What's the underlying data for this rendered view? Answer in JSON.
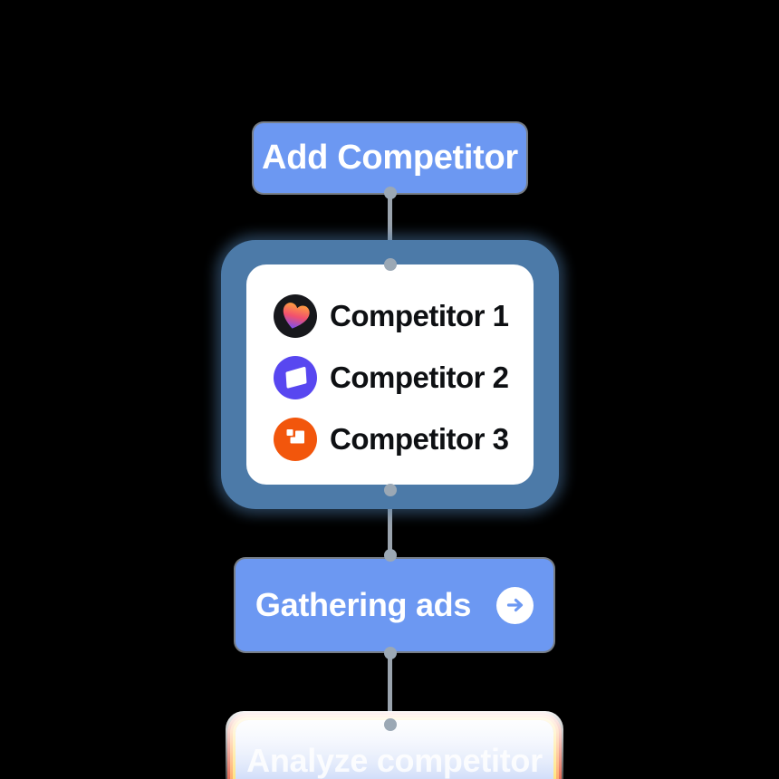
{
  "canvas": {
    "background": "#000000"
  },
  "flow": {
    "node_add": {
      "label": "Add Competitor"
    },
    "card": {
      "items": [
        {
          "label": "Competitor 1",
          "icon": "heart-icon",
          "icon_bg": "#17181C",
          "icon_gradient_top": "#FF9D3F",
          "icon_gradient_mid": "#F2506E",
          "icon_gradient_bottom": "#7A4FEF"
        },
        {
          "label": "Competitor 2",
          "icon": "screen-icon",
          "icon_bg": "#5847F0",
          "icon_fg": "#FFFFFF"
        },
        {
          "label": "Competitor 3",
          "icon": "pixel-blocks-icon",
          "icon_bg": "#F2560C",
          "icon_fg": "#FFFFFF"
        }
      ]
    },
    "node_gathering": {
      "label": "Gathering ads",
      "icon": "arrow-right-icon",
      "arrow_color": "#6C98F2"
    },
    "node_analyze": {
      "label": "Analyze competitor"
    }
  },
  "colors": {
    "node_blue": "#6C98F2",
    "card_border_blue": "#4C7AA8",
    "card_bg": "#FFFFFF",
    "connector_gray": "#9AA3AD",
    "dot_gray": "#9BA8B5",
    "text_on_blue": "#FFFFFF",
    "text_dark": "#0E1013",
    "glow_yellow": "#FFD84A",
    "glow_orange": "#FF8D2E",
    "glow_red": "#D92F12"
  }
}
